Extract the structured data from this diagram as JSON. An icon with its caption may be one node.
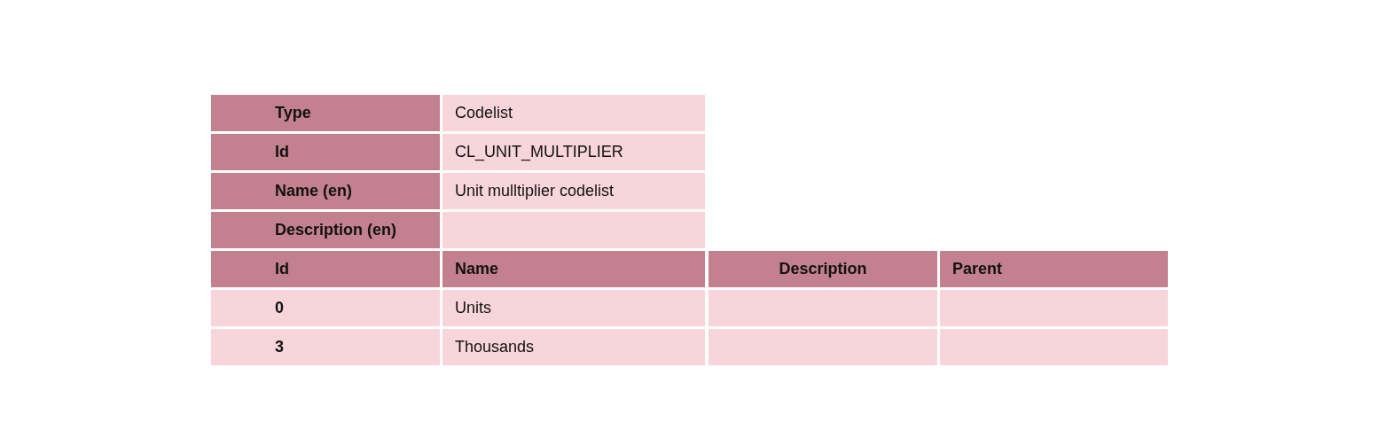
{
  "diagram": {
    "labels": [
      "Type",
      "Codelist",
      "Id",
      "CL_UNIT_MULTIPLIER",
      "Name (en)",
      "Unit mulltiplier codelist",
      "Description (en)",
      "Id",
      "Name",
      "Description",
      "Parent",
      "0",
      "Units",
      "3",
      "Thousands"
    ]
  }
}
